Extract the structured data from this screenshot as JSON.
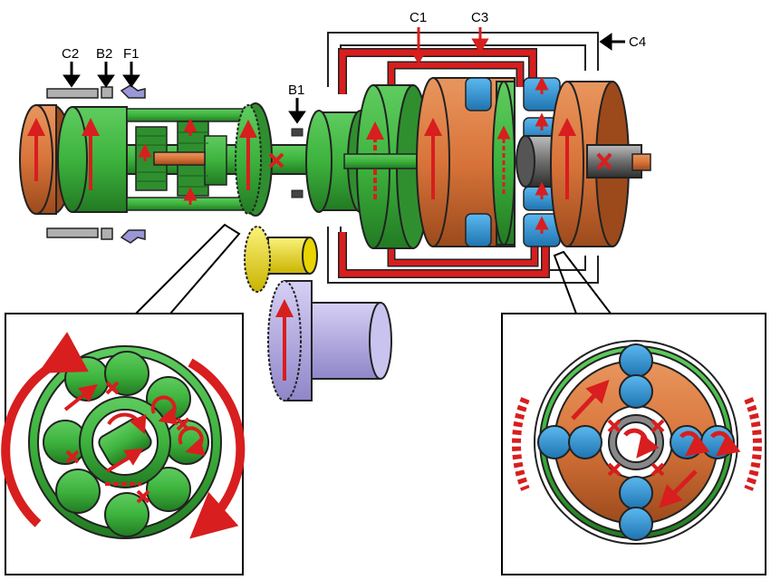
{
  "labels": {
    "c1": "C1",
    "c2": "C2",
    "c3": "C3",
    "c4": "C4",
    "b1": "B1",
    "b2": "B2",
    "f1": "F1"
  },
  "colors": {
    "gear_green": "#3db33d",
    "gear_green_dark": "#1f7a1f",
    "drum_orange": "#d8743a",
    "roller_blue": "#2b9be0",
    "path_red": "#d81e1e",
    "idler_yellow": "#f2e21a",
    "output_lavender": "#b7b0e6",
    "shaft_gray": "#7a7a7a"
  }
}
